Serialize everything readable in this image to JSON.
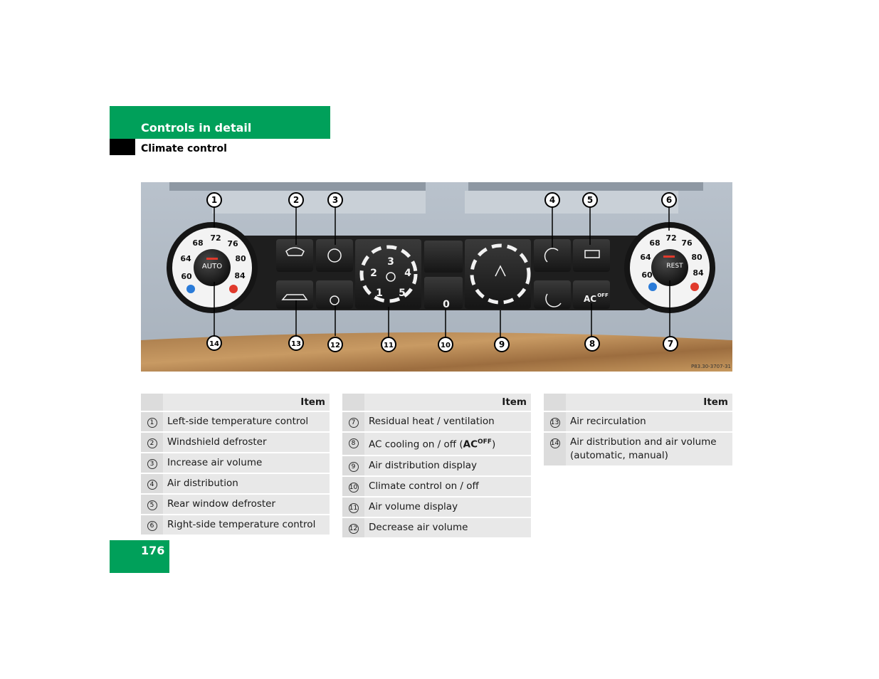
{
  "header": {
    "section_title": "Controls in detail",
    "subsection_title": "Climate control"
  },
  "figure": {
    "code": "P83.30-3707-31",
    "callouts": [
      "1",
      "2",
      "3",
      "4",
      "5",
      "6",
      "7",
      "8",
      "9",
      "10",
      "11",
      "12",
      "13",
      "14"
    ],
    "left_dial": {
      "temps": [
        "64",
        "68",
        "72",
        "76",
        "80",
        "84",
        "60"
      ],
      "button": "AUTO"
    },
    "right_dial": {
      "temps": [
        "64",
        "68",
        "72",
        "76",
        "80",
        "84",
        "60"
      ],
      "button": "REST"
    },
    "fan_display": [
      "3",
      "2",
      "4",
      "1",
      "5"
    ],
    "climate_off_label": "0",
    "ac_label": "AC",
    "ac_off_label": "OFF"
  },
  "tables": [
    {
      "header": "Item",
      "rows": [
        {
          "num": "1",
          "text": "Left-side temperature control"
        },
        {
          "num": "2",
          "text": "Windshield defroster"
        },
        {
          "num": "3",
          "text": "Increase air volume"
        },
        {
          "num": "4",
          "text": "Air distribution"
        },
        {
          "num": "5",
          "text": "Rear window defroster"
        },
        {
          "num": "6",
          "text": "Right-side temperature control"
        }
      ]
    },
    {
      "header": "Item",
      "rows": [
        {
          "num": "7",
          "text": "Residual heat / ventilation"
        },
        {
          "num": "8",
          "text": "AC cooling on / off (",
          "sup_main": "AC",
          "sup": "OFF",
          "after": ")"
        },
        {
          "num": "9",
          "text": "Air distribution display"
        },
        {
          "num": "10",
          "text": "Climate control on / off"
        },
        {
          "num": "11",
          "text": "Air volume display"
        },
        {
          "num": "12",
          "text": "Decrease air volume"
        }
      ]
    },
    {
      "header": "Item",
      "rows": [
        {
          "num": "13",
          "text": "Air recirculation"
        },
        {
          "num": "14",
          "text": "Air distribution and air volume (automatic, manual)"
        }
      ]
    }
  ],
  "page_number": "176",
  "colors": {
    "brand_green": "#00a05a",
    "table_bg": "#e8e8e8",
    "table_num_bg": "#dcdcdc"
  }
}
